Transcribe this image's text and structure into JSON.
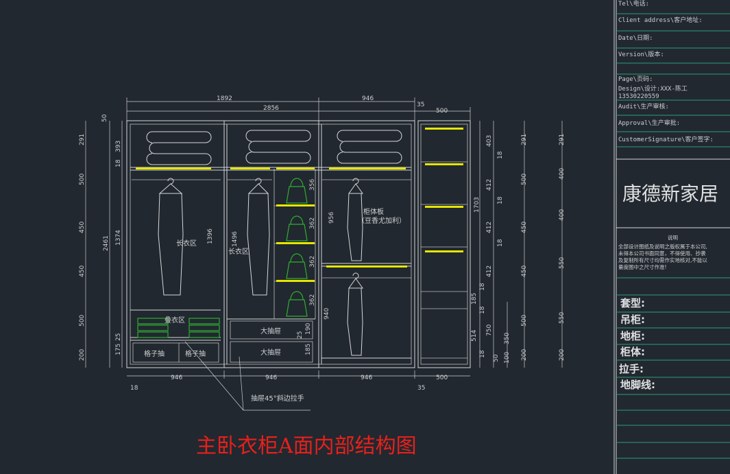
{
  "drawing": {
    "title": "主卧衣柜A面内部结构图",
    "labels": {
      "long_coat_1": "长衣区",
      "long_coat_2": "长衣区",
      "fold_area": "叠衣区",
      "grid_drawer_1": "格子抽",
      "grid_drawer_2": "格子抽",
      "big_drawer_1": "大抽屉",
      "big_drawer_2": "大抽屉",
      "board_note_1": "柜体板",
      "board_note_2": "（豆香尤加利）",
      "handle_note": "抽屉45°斜边拉手"
    },
    "dims_top": [
      "1892",
      "946",
      "35",
      "2856",
      "500"
    ],
    "dims_bottom": [
      "946",
      "946",
      "946",
      "500",
      "18",
      "35"
    ],
    "dims_left_outer": [
      "50",
      "291",
      "500",
      "450",
      "450",
      "500",
      "200"
    ],
    "dims_left_inner": [
      "393",
      "18",
      "1374",
      "25",
      "175",
      "2461"
    ],
    "dims_inner": [
      "1396",
      "1496",
      "956",
      "940",
      "356",
      "362",
      "362",
      "362",
      "190",
      "185",
      "25"
    ],
    "dims_right": [
      "403",
      "18",
      "412",
      "18",
      "412",
      "18",
      "412",
      "18",
      "185",
      "18",
      "514",
      "750",
      "18",
      "50",
      "350",
      "100",
      "1703"
    ],
    "dims_right_outer_a": [
      "291",
      "500",
      "450",
      "450",
      "500",
      "200"
    ],
    "dims_right_outer_b": [
      "291",
      "400",
      "400",
      "550",
      "550",
      "200"
    ]
  },
  "title_block": {
    "tel": "Tel\\电话:",
    "client": "Client address\\客户地址:",
    "date": "Date\\日期:",
    "version": "Version\\版本:",
    "page": "Page\\页码:",
    "design": "Design\\设计:XXX-陈工",
    "phone": "13530220559",
    "audit": "Audit\\生产审核:",
    "approval": "Approval\\生产审批:",
    "signature": "CustomerSignature\\客户签字:",
    "brand": "康德新家居",
    "note_title": "说明",
    "note_lines": [
      "全部设计图纸及说明之版权属于本公司,",
      "未得本公司书面同意，不得使用、抄袭",
      "及复制所有尺寸均需作实地核对,不能以",
      "量度图中之尺寸作准!"
    ],
    "fields": [
      "套型:",
      "吊柜:",
      "地柜:",
      "柜体:",
      "拉手:",
      "地脚线:"
    ]
  }
}
